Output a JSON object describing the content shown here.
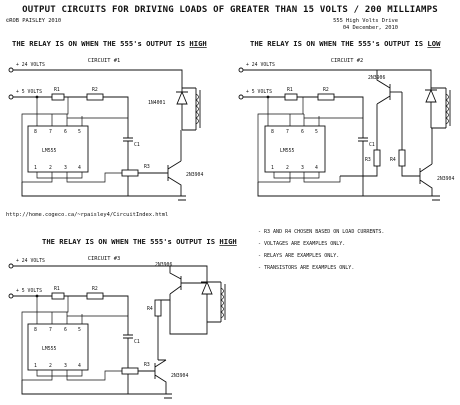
{
  "title": "OUTPUT CIRCUITS FOR DRIVING LOADS OF GREATER THAN 15 VOLTS / 200 MILLIAMPS",
  "copyright": "©ROB PAISLEY 2010",
  "drawing_name": "555 High Volts Drive",
  "date": "04 December, 2010",
  "url": "http://home.cogeco.ca/~rpaisley4/CircuitIndex.html",
  "circuits": [
    {
      "heading_prefix": "THE RELAY IS ON WHEN THE 555's OUTPUT IS ",
      "heading_level": "HIGH",
      "name": "CIRCUIT #1",
      "rail_high": "+ 24 VOLTS",
      "rail_low": "+ 5 VOLTS",
      "r1": "R1",
      "r2": "R2",
      "r3": "R3",
      "cap": "C1",
      "ic": "LM555",
      "pins_top": [
        "8",
        "7",
        "6",
        "5"
      ],
      "pins_bottom": [
        "1",
        "2",
        "3",
        "4"
      ],
      "diode": "1N4001",
      "transistor": "2N3904"
    },
    {
      "heading_prefix": "THE RELAY IS ON WHEN THE 555's OUTPUT IS ",
      "heading_level": "LOW",
      "name": "CIRCUIT #2",
      "rail_high": "+ 24 VOLTS",
      "rail_low": "+ 5 VOLTS",
      "r1": "R1",
      "r2": "R2",
      "r3": "R3",
      "r4": "R4",
      "cap": "C1",
      "ic": "LM555",
      "pins_top": [
        "8",
        "7",
        "6",
        "5"
      ],
      "pins_bottom": [
        "1",
        "2",
        "3",
        "4"
      ],
      "transistor_top": "2N3906",
      "transistor": "2N3904"
    },
    {
      "heading_prefix": "THE RELAY IS ON WHEN THE 555's OUTPUT IS ",
      "heading_level": "HIGH",
      "name": "CIRCUIT #3",
      "rail_high": "+ 24 VOLTS",
      "rail_low": "+ 5 VOLTS",
      "r1": "R1",
      "r2": "R2",
      "r3": "R3",
      "r4": "R4",
      "cap": "C1",
      "ic": "LM555",
      "pins_top": [
        "8",
        "7",
        "6",
        "5"
      ],
      "pins_bottom": [
        "1",
        "2",
        "3",
        "4"
      ],
      "transistor_top": "2N3906",
      "transistor": "2N3904"
    }
  ],
  "notes": [
    "- R3 AND R4 CHOSEN BASED ON LOAD CURRENTS.",
    "- VOLTAGES ARE EXAMPLES ONLY.",
    "- RELAYS ARE EXAMPLES ONLY.",
    "- TRANSISTORS ARE EXAMPLES ONLY."
  ]
}
